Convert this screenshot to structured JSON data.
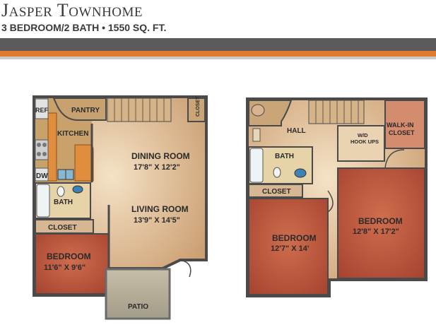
{
  "header": {
    "title_cap": "J",
    "title_rest": "ASPER",
    "title_word2_cap": "T",
    "title_word2_rest": "OWNHOME",
    "subtitle": "3 BEDROOM/2 BATH • 1550 SQ. FT."
  },
  "colors": {
    "band_gray": "#5a5a5c",
    "band_orange": "#e07a2e",
    "living_floor": "#d9b48e",
    "bedroom_floor": "#b8553c",
    "bath_floor": "#e6d3a8",
    "kitchen_floor": "#c8a26a",
    "wall": "#4a4a4a"
  },
  "first_floor": {
    "ref": "REF",
    "pantry": "PANTRY",
    "closet_vertical": "CLOSET",
    "kitchen": "KITCHEN",
    "dining_name": "DINING ROOM",
    "dining_size": "17'8\" X 12'2\"",
    "dw": "DW",
    "bath": "BATH",
    "living_name": "LIVING ROOM",
    "living_size": "13'9\" X 14'5\"",
    "closet": "CLOSET",
    "bedroom_name": "BEDROOM",
    "bedroom_size": "11'6\" X 9'6\"",
    "patio": "PATIO"
  },
  "second_floor": {
    "hall": "HALL",
    "wd_line1": "W/D",
    "wd_line2": "HOOK UPS",
    "walkin_line1": "WALK-IN",
    "walkin_line2": "CLOSET",
    "bath": "BATH",
    "closet": "CLOSET",
    "bedroom1_name": "BEDROOM",
    "bedroom1_size": "12'7\" X 14'",
    "bedroom2_name": "BEDROOM",
    "bedroom2_size": "12'8\" X 17'2\""
  }
}
